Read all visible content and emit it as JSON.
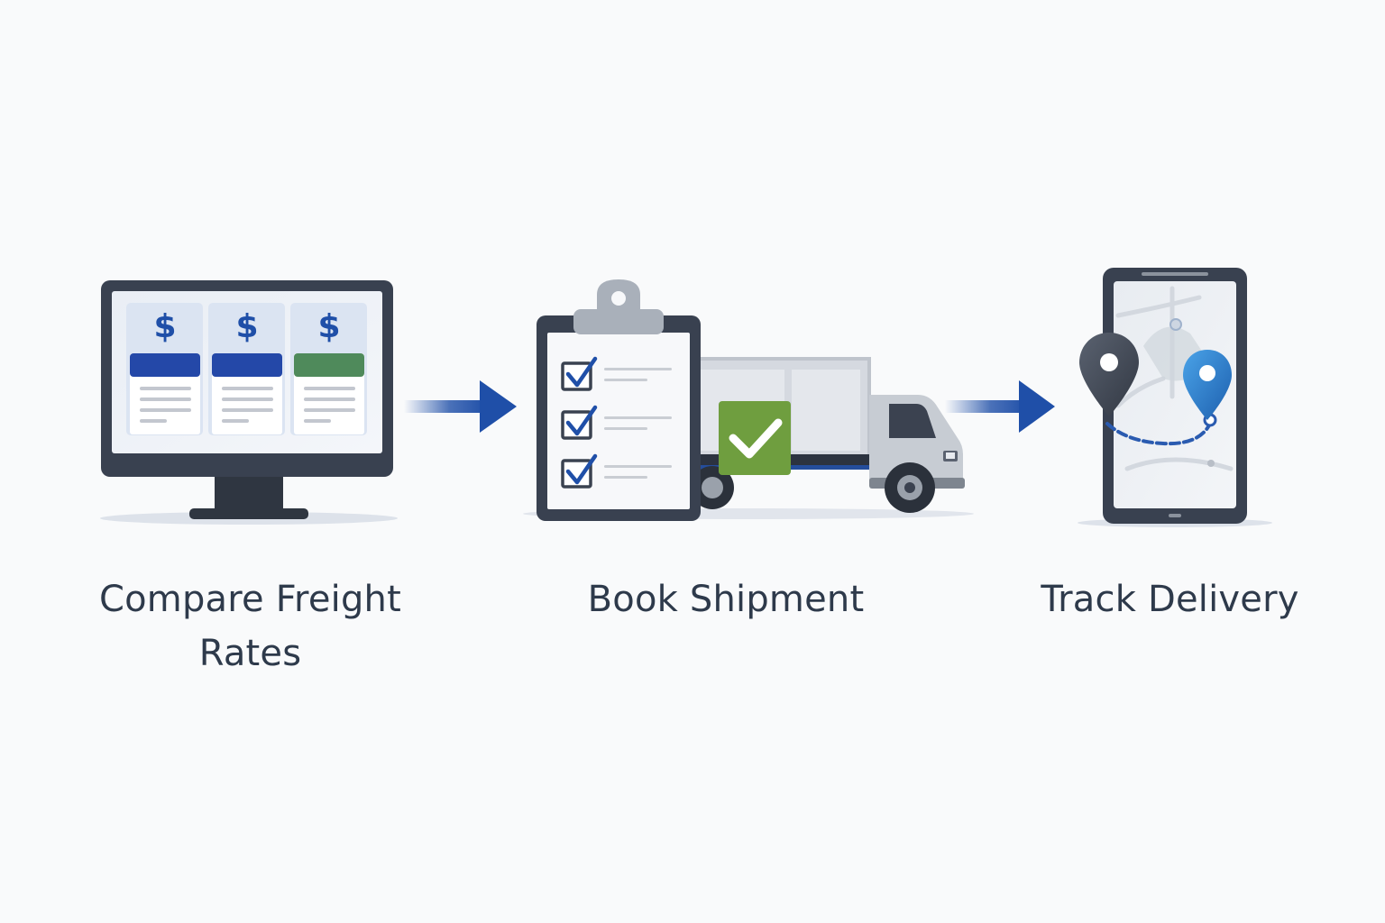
{
  "steps": [
    {
      "label": "Compare Freight Rates",
      "icon": "monitor-rates-icon"
    },
    {
      "label": "Book Shipment",
      "icon": "clipboard-truck-icon"
    },
    {
      "label": "Track Delivery",
      "icon": "phone-map-icon"
    }
  ],
  "rate_cards": [
    {
      "symbol": "$",
      "header_color": "#2448a8"
    },
    {
      "symbol": "$",
      "header_color": "#2448a8"
    },
    {
      "symbol": "$",
      "header_color": "#4f8a5b"
    }
  ],
  "colors": {
    "accent_blue": "#1f4fa8",
    "dark_frame": "#3a4250",
    "check_green": "#6f9e3f",
    "text": "#2e3a4b"
  }
}
